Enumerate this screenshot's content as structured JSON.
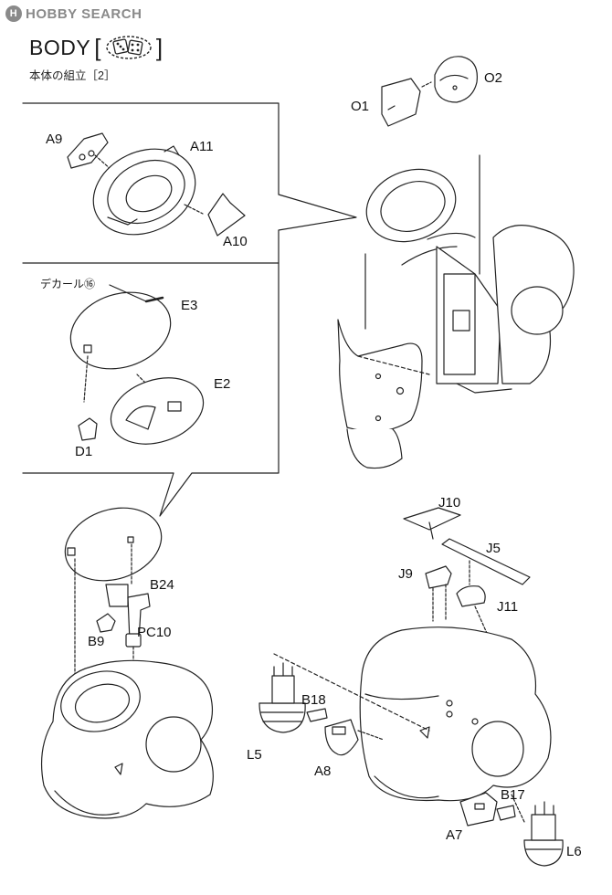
{
  "watermark": {
    "text": "HOBBY SEARCH",
    "logo": "H"
  },
  "header": {
    "title": "BODY",
    "open_bracket": "[",
    "close_bracket": "]",
    "subtitle": "本体の組立［2］"
  },
  "icons": {
    "glue": "dice-glue-icon"
  },
  "parts": {
    "O1": "O1",
    "O2": "O2",
    "A9": "A9",
    "A11": "A11",
    "A10": "A10",
    "decal": "デカール⑯",
    "E3": "E3",
    "E2": "E2",
    "D1": "D1",
    "J10": "J10",
    "J5": "J5",
    "J9": "J9",
    "J11": "J11",
    "B24": "B24",
    "B9": "B9",
    "PC10": "PC10",
    "B18": "B18",
    "L5": "L5",
    "A8": "A8",
    "B17": "B17",
    "A7": "A7",
    "L6": "L6"
  }
}
